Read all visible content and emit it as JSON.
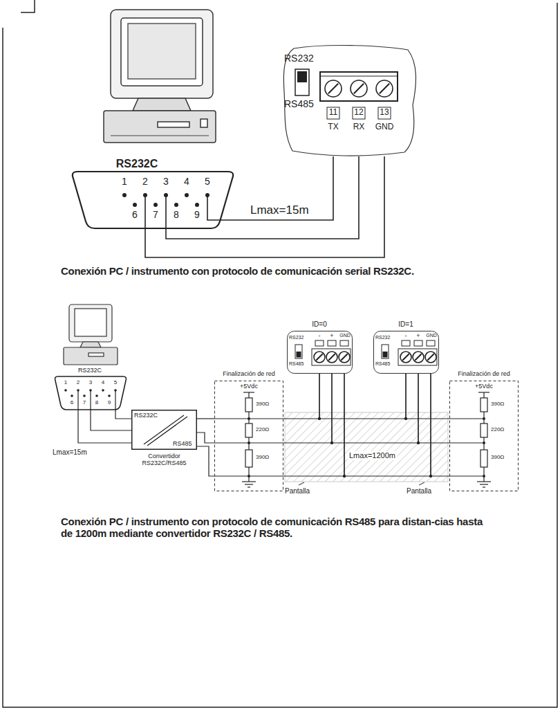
{
  "diagram": {
    "nodes": [
      {
        "text": [
          "RS232",
          "RS485",
          "11",
          "12",
          "13",
          "TX",
          "RX",
          "GND"
        ]
      },
      {
        "text": [
          "RS232C",
          "RS485",
          "Convertidor RS232C/RS485"
        ]
      },
      {
        "text": [
          "Finalización de red",
          "+5Vdc",
          "390Ω",
          "220Ω",
          "390Ω"
        ]
      },
      {
        "text": [
          "ID=0",
          "RS232",
          "RS485",
          "-",
          "+",
          "GND"
        ]
      },
      {
        "text": [
          "ID=1",
          "RS232",
          "RS485",
          "-",
          "+",
          "GND"
        ]
      },
      {
        "text": [
          "Finalización de red",
          "+5Vdc",
          "390Ω",
          "220Ω",
          "390Ω"
        ]
      }
    ],
    "edges": [
      {
        "from": 1,
        "to": 2,
        "arrow": "none"
      },
      {
        "from": 2,
        "to": 3,
        "arrow": "none"
      },
      {
        "from": 3,
        "to": 4,
        "arrow": "none"
      },
      {
        "from": 4,
        "to": 5,
        "arrow": "none"
      }
    ],
    "labels": [
      "RS232C",
      "1",
      "2",
      "3",
      "4",
      "5",
      "6",
      "7",
      "8",
      "9",
      "Lmax=15m",
      "Conexión PC / instrumento con protocolo de comunicación serial RS232C.",
      "RS232C",
      "1",
      "2",
      "3",
      "4",
      "5",
      "6",
      "7",
      "8",
      "9",
      "Lmax=15m",
      "Lmax=1200m",
      "Pantalla",
      "Pantalla",
      "Conexión PC / instrumento con protocolo de comunicación RS485 para distan-cias hasta de 1200m mediante convertidor RS232C / RS485."
    ]
  }
}
